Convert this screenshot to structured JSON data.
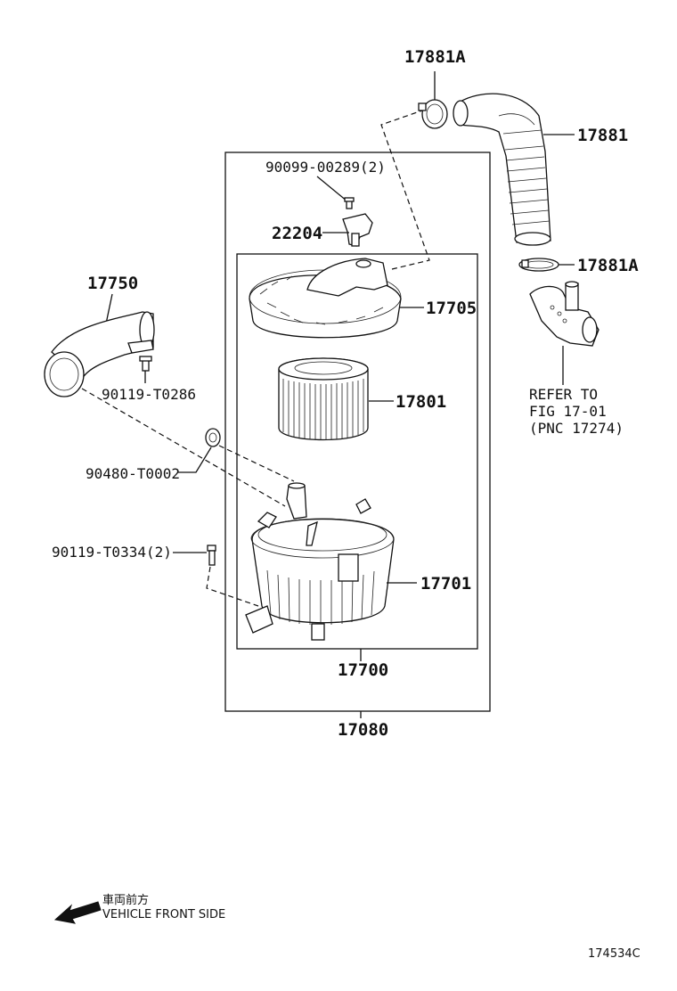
{
  "labels": {
    "clamp_upper": "17881A",
    "intake_hose": "17881",
    "clamp_lower": "17881A",
    "bolt_sensor": "90099-00289(2)",
    "sensor": "22204",
    "inlet_duct": "17750",
    "cover": "17705",
    "bolt_duct": "90119-T0286",
    "element": "17801",
    "grommet": "90480-T0002",
    "bolt_case": "90119-T0334(2)",
    "case": "17701",
    "cleaner_assy": "17700",
    "cleaner_assy_outer": "17080"
  },
  "refer": {
    "line1": "REFER TO",
    "line2": "FIG 17-01",
    "line3": "(PNC 17274)"
  },
  "direction": {
    "jp": "車両前方",
    "en": "VEHICLE FRONT SIDE"
  },
  "figure_id": "174534C",
  "icons": {
    "arrow": "front-arrow-icon"
  }
}
